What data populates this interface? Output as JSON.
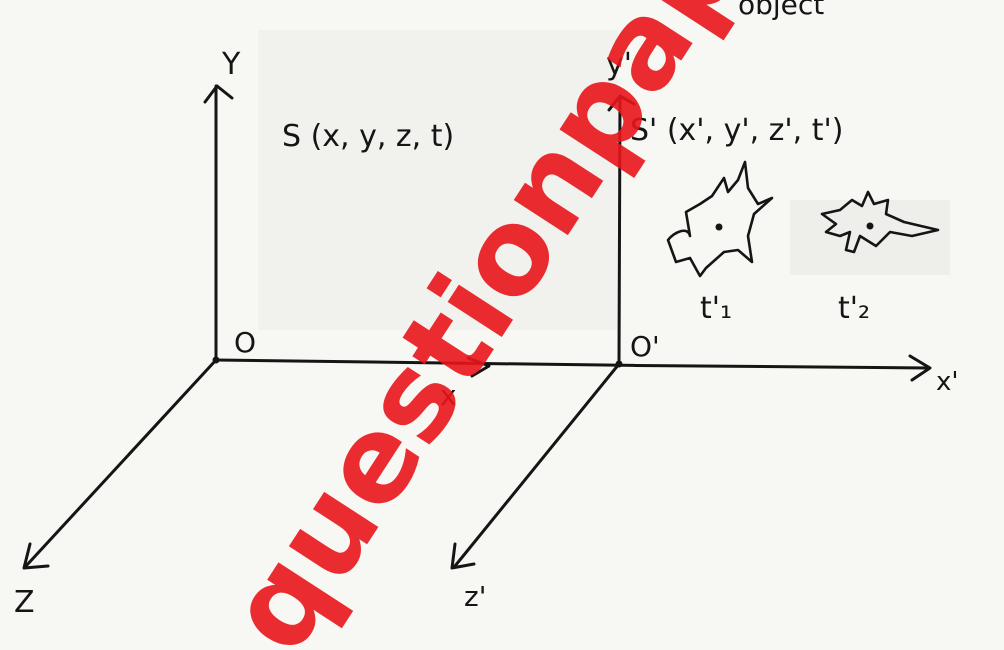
{
  "diagram": {
    "frame_s": {
      "axis_y_label": "Y",
      "axis_x_label": "x",
      "axis_z_label": "Z",
      "origin_label": "O",
      "frame_label": "S (x, y, z, t)"
    },
    "frame_s_prime": {
      "axis_y_label": "y'",
      "axis_x_label": "x'",
      "axis_z_label": "z'",
      "origin_label": "O'",
      "frame_label": "S' (x', y', z', t')"
    },
    "objects": [
      {
        "time_label": "t'₁"
      },
      {
        "time_label": "t'₂"
      }
    ],
    "top_partial_text": "object",
    "watermark": "questionpaper"
  },
  "colors": {
    "ink": "#151515",
    "paper": "#f7f7f4",
    "watermark": "#e8151b"
  }
}
